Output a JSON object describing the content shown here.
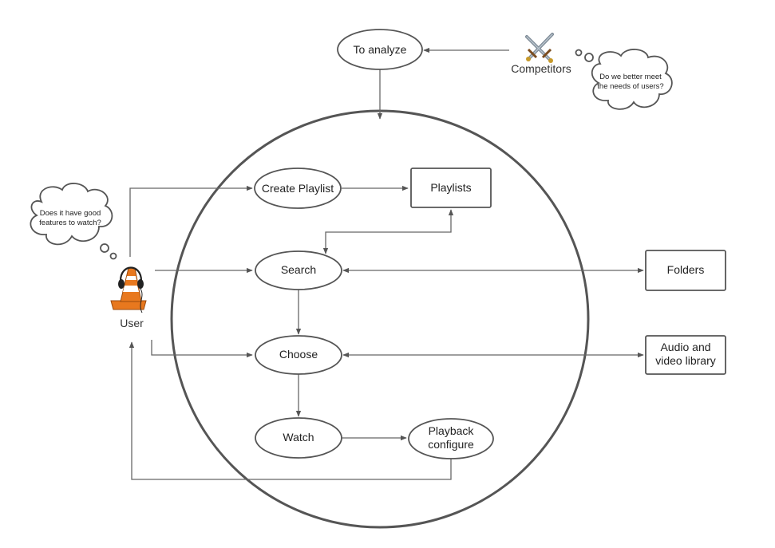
{
  "nodes": {
    "to_analyze": "To analyze",
    "create_playlist": "Create Playlist",
    "search": "Search",
    "choose": "Choose",
    "watch": "Watch",
    "playback_line1": "Playback",
    "playback_line2": "configure",
    "playlists": "Playlists",
    "folders": "Folders",
    "av_line1": "Audio and",
    "av_line2": "video library"
  },
  "actors": {
    "user": "User",
    "competitors": "Competitors"
  },
  "thoughts": {
    "user_line1": "Does it have good",
    "user_line2": "features to watch?",
    "competitors_line1": "Do we better meet",
    "competitors_line2": "the needs of users?"
  },
  "icons": {
    "user": "vlc-cone-headphones-icon",
    "competitors": "crossed-swords-icon"
  },
  "colors": {
    "cone_orange": "#e8781e",
    "stroke": "#555555"
  }
}
